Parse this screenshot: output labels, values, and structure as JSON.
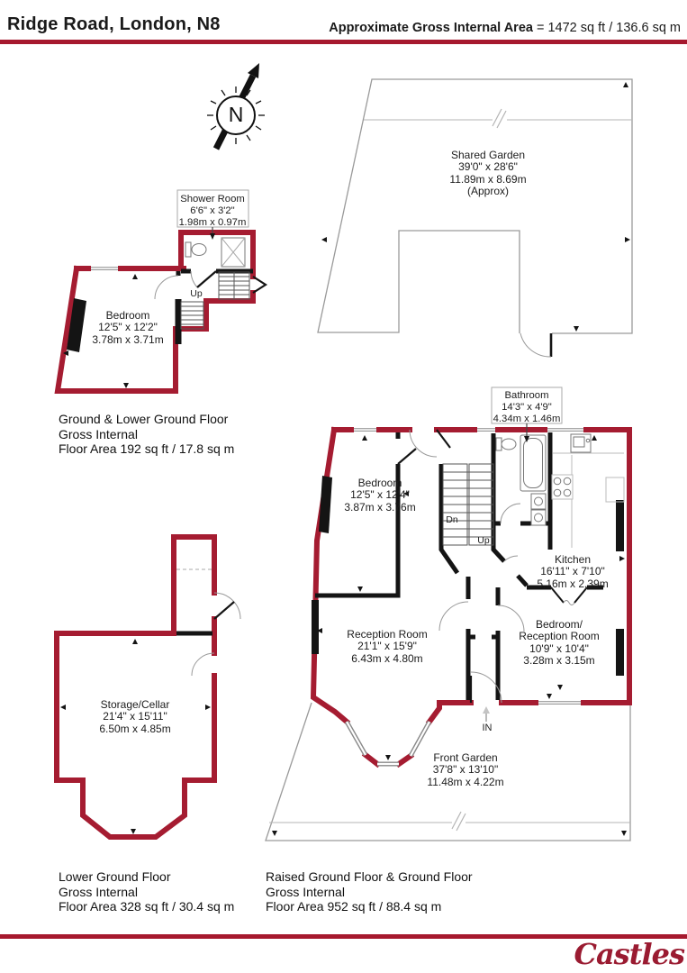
{
  "header": {
    "title": "Ridge Road, London, N8",
    "area_label": "Approximate Gross Internal Area",
    "area_value": "= 1472 sq ft / 136.6 sq m"
  },
  "compass": {
    "north": "N"
  },
  "rooms": {
    "shared_garden": {
      "name": "Shared Garden",
      "imperial": "39'0\" x 28'6\"",
      "metric": "11.89m x 8.69m",
      "note": "(Approx)"
    },
    "shower_room": {
      "name": "Shower Room",
      "imperial": "6'6\" x 3'2\"",
      "metric": "1.98m x 0.97m"
    },
    "bedroom_lower": {
      "name": "Bedroom",
      "imperial": "12'5\" x 12'2\"",
      "metric": "3.78m x 3.71m"
    },
    "storage_cellar": {
      "name": "Storage/Cellar",
      "imperial": "21'4\" x 15'11\"",
      "metric": "6.50m x 4.85m"
    },
    "bathroom": {
      "name": "Bathroom",
      "imperial": "14'3\" x 4'9\"",
      "metric": "4.34m x 1.46m"
    },
    "bedroom_raised": {
      "name": "Bedroom",
      "imperial": "12'5\" x 12'4\"",
      "metric": "3.87m x 3.76m"
    },
    "kitchen": {
      "name": "Kitchen",
      "imperial": "16'11\" x 7'10\"",
      "metric": "5.16m x 2.39m"
    },
    "reception": {
      "name": "Reception Room",
      "imperial": "21'1\" x 15'9\"",
      "metric": "6.43m x 4.80m"
    },
    "bedroom_reception": {
      "name_line1": "Bedroom/",
      "name_line2": "Reception Room",
      "imperial": "10'9\" x 10'4\"",
      "metric": "3.28m x 3.15m"
    },
    "front_garden": {
      "name": "Front Garden",
      "imperial": "37'8\" x 13'10\"",
      "metric": "11.48m x 4.22m"
    }
  },
  "stair_labels": {
    "up_lower": "Up",
    "down": "Dn",
    "up_raised": "Up",
    "entrance": "IN"
  },
  "floor_summaries": {
    "ground_lower": {
      "line1": "Ground & Lower Ground Floor",
      "line2": "Gross Internal",
      "line3": "Floor Area 192 sq ft / 17.8 sq m"
    },
    "lower": {
      "line1": "Lower Ground Floor",
      "line2": "Gross Internal",
      "line3": "Floor Area 328 sq ft / 30.4 sq m"
    },
    "raised_ground": {
      "line1": "Raised Ground Floor & Ground Floor",
      "line2": "Gross Internal",
      "line3": "Floor Area 952 sq ft / 88.4 sq m"
    }
  },
  "branding": {
    "logo_text": "Castles"
  },
  "colors": {
    "brand_red": "#A6192E",
    "wall_red": "#A51C31",
    "interior_black": "#141414",
    "outline_gray": "#9a9a9a"
  }
}
